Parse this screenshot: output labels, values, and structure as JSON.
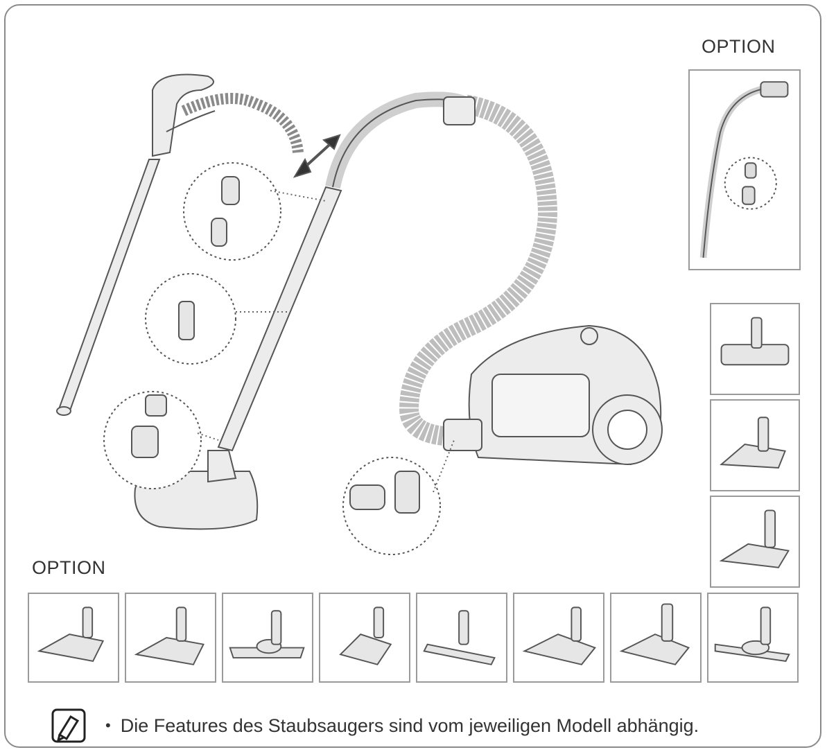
{
  "labels": {
    "option_top": "OPTION",
    "option_bottom": "OPTION"
  },
  "note": {
    "icon": "note-pen-icon",
    "bullet": "•",
    "text": "Die Features des Staubsaugers sind vom jeweiligen Modell abhängig."
  },
  "colors": {
    "line": "#555555",
    "frame": "#8a8a8a",
    "fill": "#e8e8e8"
  }
}
